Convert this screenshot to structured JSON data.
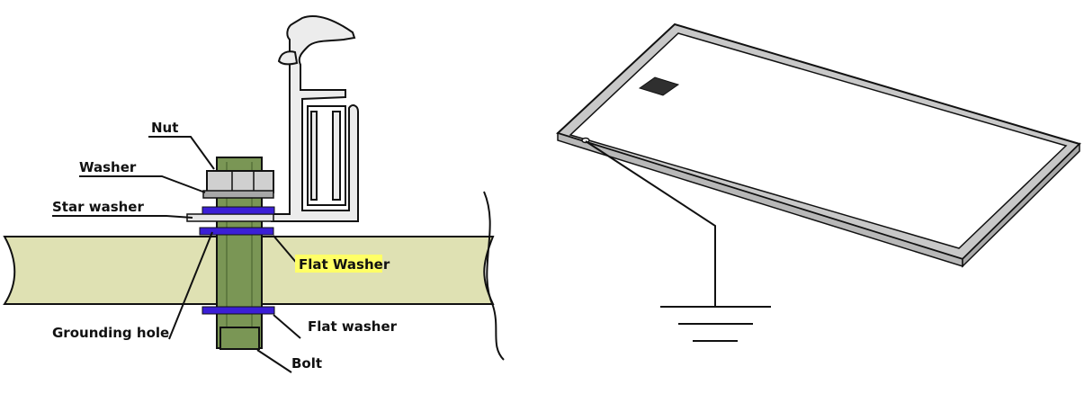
{
  "labels": {
    "nut": "Nut",
    "washer": "Washer",
    "star_washer": "Star washer",
    "flat_washer_upper": "Flat Washer",
    "grounding_hole": "Grounding hole",
    "flat_washer_lower": "Flat washer",
    "bolt": "Bolt"
  },
  "colors": {
    "rail_fill": "#dfe1b3",
    "bolt_fill": "#7a9655",
    "washer_blue": "#3b1fd6",
    "nut_gray": "#d0d0d0",
    "panel_frame": "#c8c8c8",
    "highlight": "#ffff66",
    "line": "#111111"
  }
}
